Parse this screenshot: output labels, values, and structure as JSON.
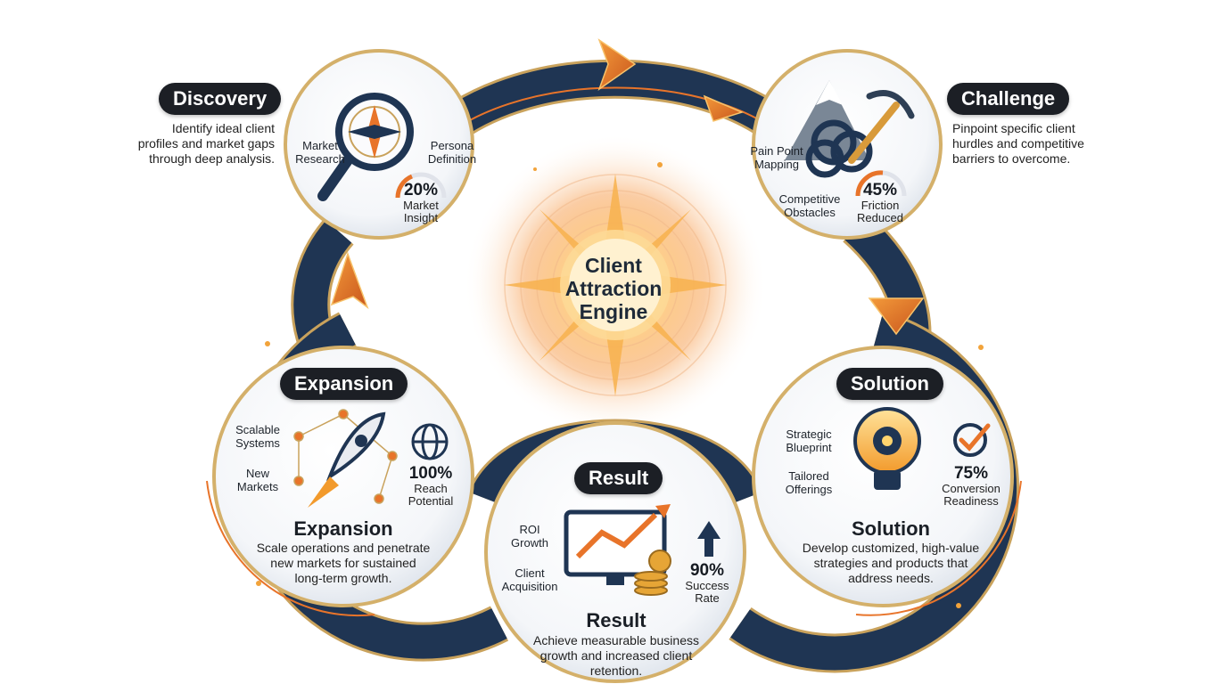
{
  "center": {
    "line1": "Client",
    "line2": "Attraction",
    "line3": "Engine"
  },
  "stages": {
    "discovery": {
      "pill": "Discovery",
      "description": [
        "Identify ideal client",
        "profiles and market gaps",
        "through deep analysis."
      ],
      "labels": {
        "left": [
          "Market",
          "Research"
        ],
        "right": [
          "Persona",
          "Definition"
        ]
      },
      "stat": {
        "value": "20%",
        "caption": [
          "Market",
          "Insight"
        ]
      },
      "icons": [
        "magnifier-icon",
        "compass-icon"
      ]
    },
    "challenge": {
      "pill": "Challenge",
      "description": [
        "Pinpoint specific client",
        "hurdles and competitive",
        "barriers to overcome."
      ],
      "labels": {
        "top": [
          "Pain Point",
          "Mapping"
        ],
        "bottom": [
          "Competitive",
          "Obstacles"
        ]
      },
      "stat": {
        "value": "45%",
        "caption": [
          "Friction",
          "Reduced"
        ]
      },
      "icons": [
        "mountain-icon",
        "knot-icon",
        "pickaxe-icon"
      ]
    },
    "expansion": {
      "pill": "Expansion",
      "title": "Expansion",
      "description": [
        "Scale operations and penetrate",
        "new markets for sustained",
        "long-term growth."
      ],
      "labels": {
        "top": [
          "Scalable",
          "Systems"
        ],
        "bottom": [
          "New",
          "Markets"
        ]
      },
      "stat": {
        "value": "100%",
        "caption": [
          "Reach",
          "Potential"
        ]
      },
      "icons": [
        "rocket-icon",
        "network-icon",
        "globe-icon"
      ]
    },
    "solution": {
      "pill": "Solution",
      "title": "Solution",
      "description": [
        "Develop customized, high-value",
        "strategies and products that",
        "address needs."
      ],
      "labels": {
        "top": [
          "Strategic",
          "Blueprint"
        ],
        "bottom": [
          "Tailored",
          "Offerings"
        ]
      },
      "stat": {
        "value": "75%",
        "caption": [
          "Conversion",
          "Readiness"
        ]
      },
      "icons": [
        "lightbulb-icon",
        "gear-icon",
        "checkmark-icon"
      ]
    },
    "result": {
      "pill": "Result",
      "title": "Result",
      "description": [
        "Achieve measurable business",
        "growth and increased client",
        "retention."
      ],
      "labels": {
        "top": [
          "ROI",
          "Growth"
        ],
        "bottom": [
          "Client",
          "Acquisition"
        ]
      },
      "stat": {
        "value": "90%",
        "caption": [
          "Success",
          "Rate"
        ]
      },
      "icons": [
        "monitor-chart-icon",
        "coins-icon",
        "up-arrow-icon"
      ]
    }
  },
  "colors": {
    "ring": "#1f3553",
    "ring_edge": "#c9a25c",
    "accent": "#e8742a",
    "pill": "#1c1f25",
    "glow": "#f6a44c"
  }
}
